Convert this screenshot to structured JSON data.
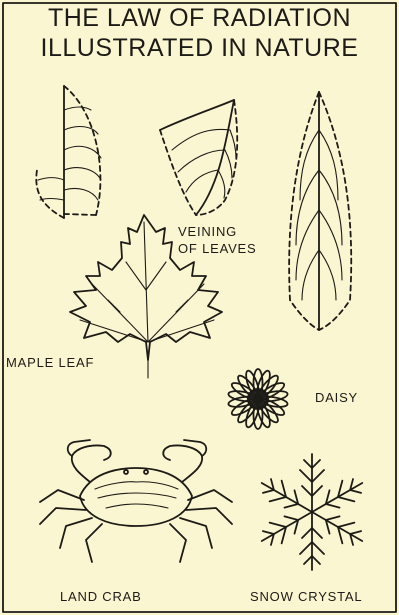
{
  "title": {
    "line1": "THE LAW OF RADIATION",
    "line2": "ILLUSTRATED IN NATURE"
  },
  "labels": {
    "veining_line1": "VEINING",
    "veining_line2": "OF LEAVES",
    "maple": "MAPLE LEAF",
    "daisy": "DAISY",
    "crab": "LAND CRAB",
    "snow": "SNOW CRYSTAL"
  },
  "colors": {
    "paper": "#fbf6d2",
    "ink": "#1d1b16"
  },
  "icons": [
    "leaf-1-illustration",
    "leaf-2-illustration",
    "leaf-3-illustration",
    "maple-leaf-illustration",
    "daisy-illustration",
    "land-crab-illustration",
    "snow-crystal-illustration"
  ]
}
